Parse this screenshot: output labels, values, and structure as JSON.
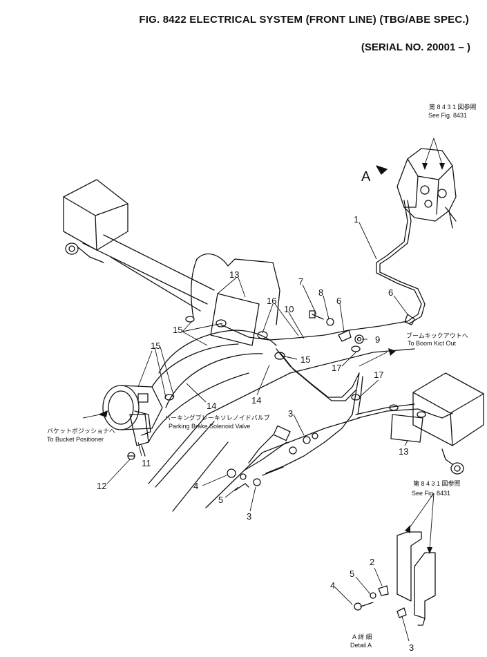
{
  "header": {
    "title": "FIG. 8422  ELECTRICAL SYSTEM (FRONT LINE) (TBG/ABE SPEC.)",
    "serial": "(SERIAL NO. 20001 – )"
  },
  "callouts": {
    "ref_top_jp": "第 8 4 3 1 図参照",
    "ref_top_en": "See Fig. 8431",
    "ref_bottom_jp": "第 8 4 3 1 図参照",
    "ref_bottom_en": "See Fig. 8431",
    "view_a": "A",
    "boom_kick_jp": "ブームキックアウトへ",
    "boom_kick_en": "To Boom Kict Out",
    "parking_jp": "パーキングブレーキソレノイドバルブ",
    "parking_en": "Parking Brake Solenoid Valve",
    "bucket_jp": "バケットポジッショナへ",
    "bucket_en": "To Bucket Positioner",
    "detail_jp": "A 詳 細",
    "detail_en": "Detail A"
  },
  "part_numbers": {
    "p1": "1",
    "p6a": "6",
    "p6b": "6",
    "p7": "7",
    "p8": "8",
    "p9": "9",
    "p10": "10",
    "p13a": "13",
    "p13b": "13",
    "p16": "16",
    "p15a": "15",
    "p15b": "15",
    "p15c": "15",
    "p17a": "17",
    "p17b": "17",
    "p14a": "14",
    "p14b": "14",
    "p11": "11",
    "p12": "12",
    "p3a": "3",
    "p3b": "3",
    "p4a": "4",
    "p5a": "5",
    "p2": "2",
    "p4b": "4",
    "p5b": "5",
    "p3c": "3"
  }
}
